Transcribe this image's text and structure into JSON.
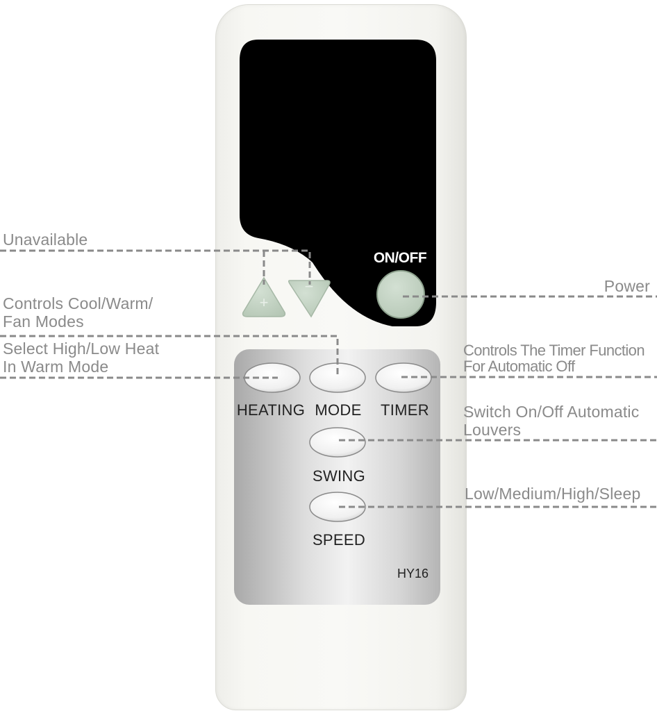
{
  "remote": {
    "power_label": "ON/OFF",
    "buttons": {
      "heating": "HEATING",
      "mode": "MODE",
      "timer": "TIMER",
      "swing": "SWING",
      "speed": "SPEED"
    },
    "model": "HY16",
    "colors": {
      "body": "#f7f7f3",
      "display": "#000000",
      "button_green": "#c6d6c6",
      "panel_gray": "#bdbdbd",
      "leader_line": "#8a8a8a"
    }
  },
  "annotations": {
    "unavailable": "Unavailable",
    "power": "Power",
    "mode_line1": "Controls Cool/Warm/",
    "mode_line2": "Fan Modes",
    "heating_line1": "Select High/Low Heat",
    "heating_line2": "In Warm Mode",
    "timer_line1": "Controls The Timer Function",
    "timer_line2": "For Automatic Off",
    "swing_line1": "Switch On/Off Automatic",
    "swing_line2": "Louvers",
    "speed": "Low/Medium/High/Sleep"
  }
}
